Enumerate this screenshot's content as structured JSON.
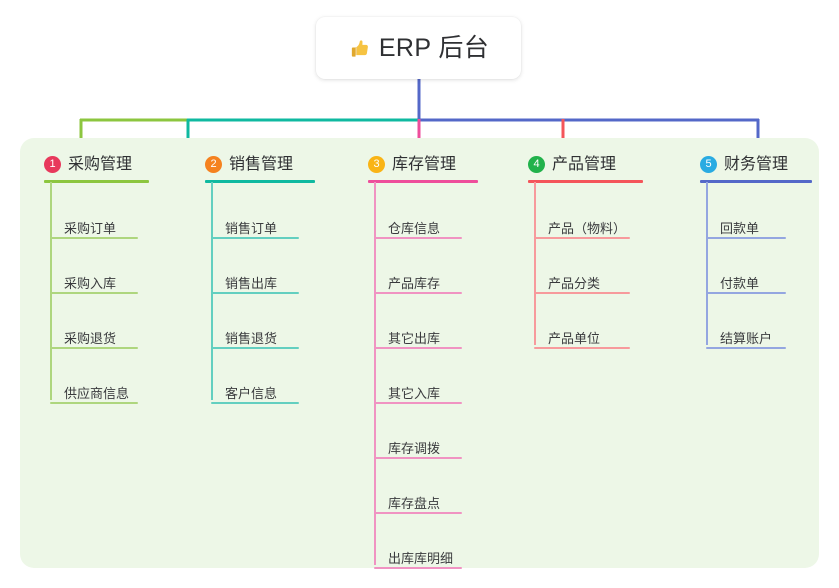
{
  "root": {
    "icon": "thumbs-up-icon",
    "title": "ERP 后台"
  },
  "palette": {
    "panel_bg": "#edf7e7",
    "card_bg": "#ffffff",
    "text": "#2f3033",
    "connector_green": "#8cc63f",
    "connector_teal": "#0fb9a0",
    "connector_blue": "#5468c8"
  },
  "columns": [
    {
      "index": "1",
      "badge_color": "#e8395c",
      "line_color": "#8cc63f",
      "item_line_color": "#aed67e",
      "title": "采购管理",
      "items": [
        {
          "label": "采购订单"
        },
        {
          "label": "采购入库"
        },
        {
          "label": "采购退货"
        },
        {
          "label": "供应商信息"
        }
      ]
    },
    {
      "index": "2",
      "badge_color": "#f5821f",
      "line_color": "#0fb9a0",
      "item_line_color": "#63cfc0",
      "title": "销售管理",
      "items": [
        {
          "label": "销售订单"
        },
        {
          "label": "销售出库"
        },
        {
          "label": "销售退货"
        },
        {
          "label": "客户信息"
        }
      ]
    },
    {
      "index": "3",
      "badge_color": "#f9b415",
      "line_color": "#ee4e9b",
      "item_line_color": "#f093c2",
      "title": "库存管理",
      "items": [
        {
          "label": "仓库信息"
        },
        {
          "label": "产品库存"
        },
        {
          "label": "其它出库"
        },
        {
          "label": "其它入库"
        },
        {
          "label": "库存调拨"
        },
        {
          "label": "库存盘点"
        },
        {
          "label": "出库库明细"
        }
      ]
    },
    {
      "index": "4",
      "badge_color": "#21b24b",
      "line_color": "#f4555a",
      "item_line_color": "#f79a9c",
      "title": "产品管理",
      "items": [
        {
          "label": "产品（物料）"
        },
        {
          "label": "产品分类"
        },
        {
          "label": "产品单位"
        }
      ]
    },
    {
      "index": "5",
      "badge_color": "#29abe2",
      "line_color": "#5468c8",
      "item_line_color": "#94a6e0",
      "title": "财务管理",
      "items": [
        {
          "label": "回款单"
        },
        {
          "label": "付款单"
        },
        {
          "label": "结算账户"
        }
      ]
    }
  ]
}
